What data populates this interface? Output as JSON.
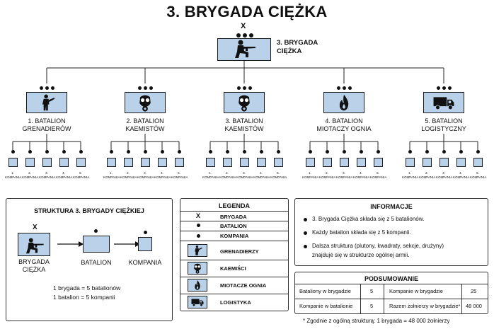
{
  "title": "3. BRYGADA CIĘŻKA",
  "top": {
    "echelon_symbol": "X",
    "label_line1": "3. BRYGADA",
    "label_line2": "CIĘŻKA",
    "icon": "soldier-kneeling-rifle-icon"
  },
  "battalions": [
    {
      "line1": "1. BATALION",
      "line2": "GRENADIERÓW",
      "icon": "grenadier-soldier-icon"
    },
    {
      "line1": "2. BATALION",
      "line2": "KAEMISTÓW",
      "icon": "gas-mask-icon"
    },
    {
      "line1": "3. BATALION",
      "line2": "KAEMISTÓW",
      "icon": "gas-mask-icon"
    },
    {
      "line1": "4. BATALION",
      "line2": "MIOTACZY OGNIA",
      "icon": "flame-icon"
    },
    {
      "line1": "5. BATALION",
      "line2": "LOGISTYCZNY",
      "icon": "truck-icon"
    }
  ],
  "companies": [
    "1.",
    "2.",
    "3.",
    "4.",
    "5."
  ],
  "company_word": "KOMPANIA",
  "structure": {
    "title": "STRUKTURA 3. BRYGADY CIĘŻKIEJ",
    "x": "X",
    "brigade_l1": "BRYGADA",
    "brigade_l2": "CIĘŻKA",
    "battalion": "BATALION",
    "company": "KOMPANIA",
    "eq1": "1 brygada = 5 batalionów",
    "eq2": "1 batalion = 5 kompanii"
  },
  "legend": {
    "title": "LEGENDA",
    "x_symbol": "X",
    "rows": [
      "BRYGADA",
      "BATALION",
      "KOMPANIA",
      "GRENADIERZY",
      "KAEMIŚCI",
      "MIOTACZE OGNIA",
      "LOGISTYKA"
    ]
  },
  "info": {
    "title": "INFORMACJE",
    "items": [
      "3. Brygada Ciężka składa się z 5 batalionów.",
      "Każdy batalion składa się z 5 kompanii.",
      "Dalsza struktura (plutony, kwadraty, sekcje, drużyny)",
      "znajduje się w strukturze ogólnej armii."
    ]
  },
  "summary": {
    "title": "PODSUMOWANIE",
    "r1c1": "Bataliony w brygadzie",
    "r1c2": "5",
    "r1c3": "Kompanie w brygadzie",
    "r1c4": "25",
    "r2c1": "Kompanie w batalionie",
    "r2c2": "5",
    "r2c3": "Razem żołnierzy w brygadzie*",
    "r2c4": "48 000"
  },
  "footnote": "* Zgodnie z ogólną strukturą: 1 brygada = 48 000 żołnierzy",
  "colors": {
    "unit_fill": "#b9d2ea",
    "line": "#222222"
  }
}
